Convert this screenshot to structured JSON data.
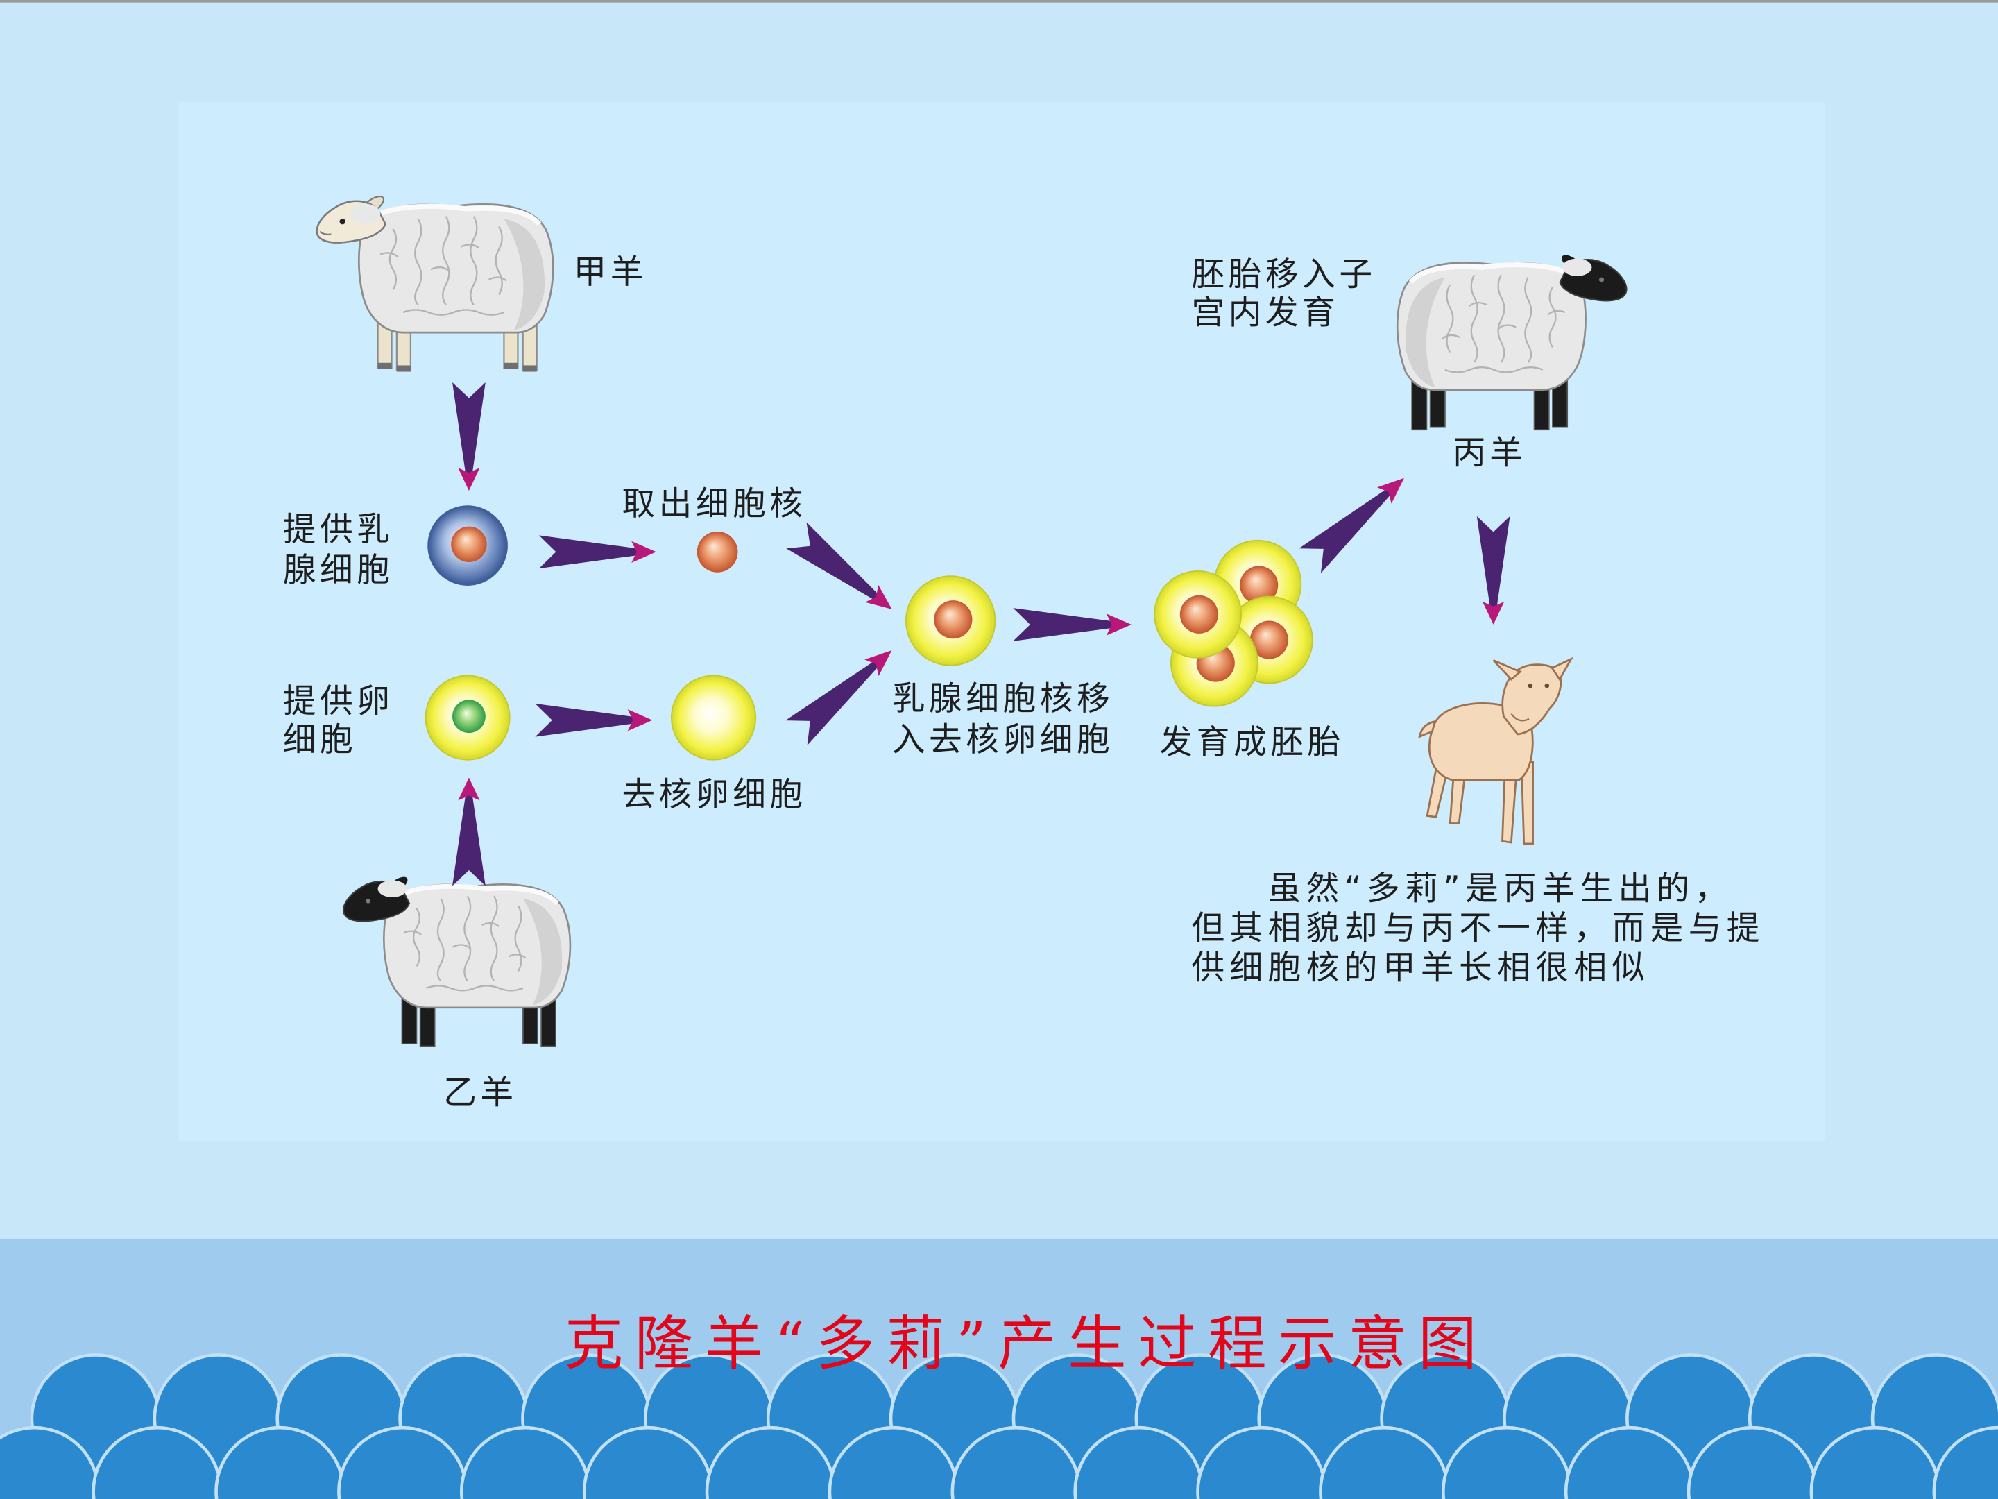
{
  "slide": {
    "title": "克隆羊“多莉”产生过程示意图"
  },
  "diagram": {
    "sheep_a": "甲羊",
    "sheep_b": "乙羊",
    "sheep_c": "丙羊",
    "mammary_cell": [
      "提供乳",
      "腺细胞"
    ],
    "egg_cell": [
      "提供卵",
      "细胞"
    ],
    "extract_nucleus": "取出细胞核",
    "enucleated_egg": "去核卵细胞",
    "nucleus_transfer": [
      "乳腺细胞核移",
      "入去核卵细胞"
    ],
    "embryo": "发育成胚胎",
    "embryo_transfer": [
      "胚胎移入子",
      "宫内发育"
    ],
    "note": [
      "虽然“多莉”是丙羊生出的，",
      "但其相貌却与丙不一样，而是与提",
      "供细胞核的甲羊长相很相似"
    ]
  },
  "colors": {
    "background": "#c8e8fa",
    "panel": "#cdecfd",
    "band": "#9fcbee",
    "wave": "#2b89d0",
    "title": "#e2061b",
    "arrow": "#4a2470",
    "arrow_tip": "#b8187a",
    "label": "#1e1e1e"
  }
}
